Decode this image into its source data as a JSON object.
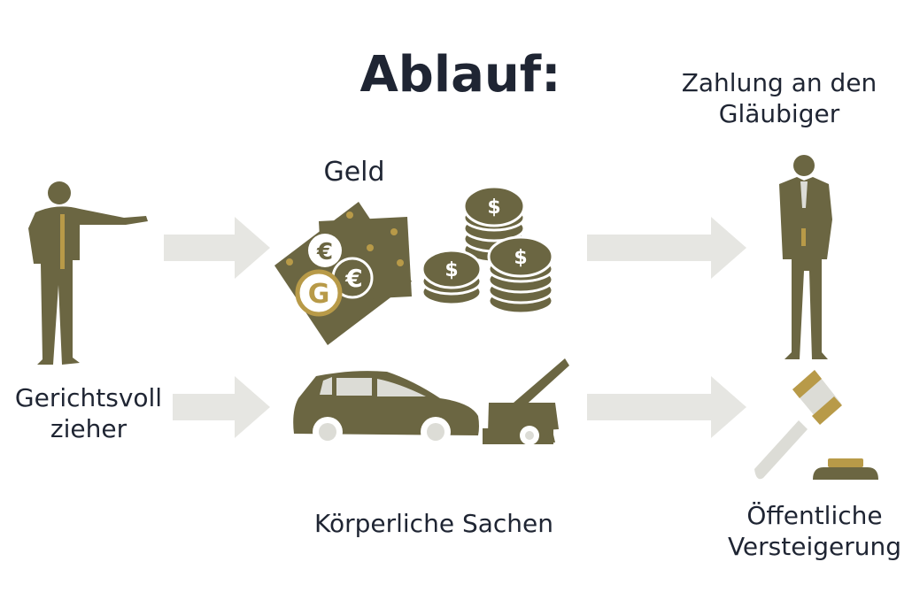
{
  "title": "Ablauf:",
  "labels": {
    "bailiff_line1": "Gerichtsvoll",
    "bailiff_line2": "zieher",
    "money": "Geld",
    "physical_goods": "Körperliche Sachen",
    "payment_line1": "Zahlung an den",
    "payment_line2": "Gläubiger",
    "auction_line1": "Öffentliche",
    "auction_line2": "Versteigerung"
  },
  "icon_text": {
    "euro": "€",
    "g_coin": "G",
    "dollar": "$"
  },
  "colors": {
    "olive": "#6b6642",
    "gold": "#b89a48",
    "light": "#dcdcd6",
    "arrow": "#e6e6e2",
    "text": "#1f2533"
  }
}
